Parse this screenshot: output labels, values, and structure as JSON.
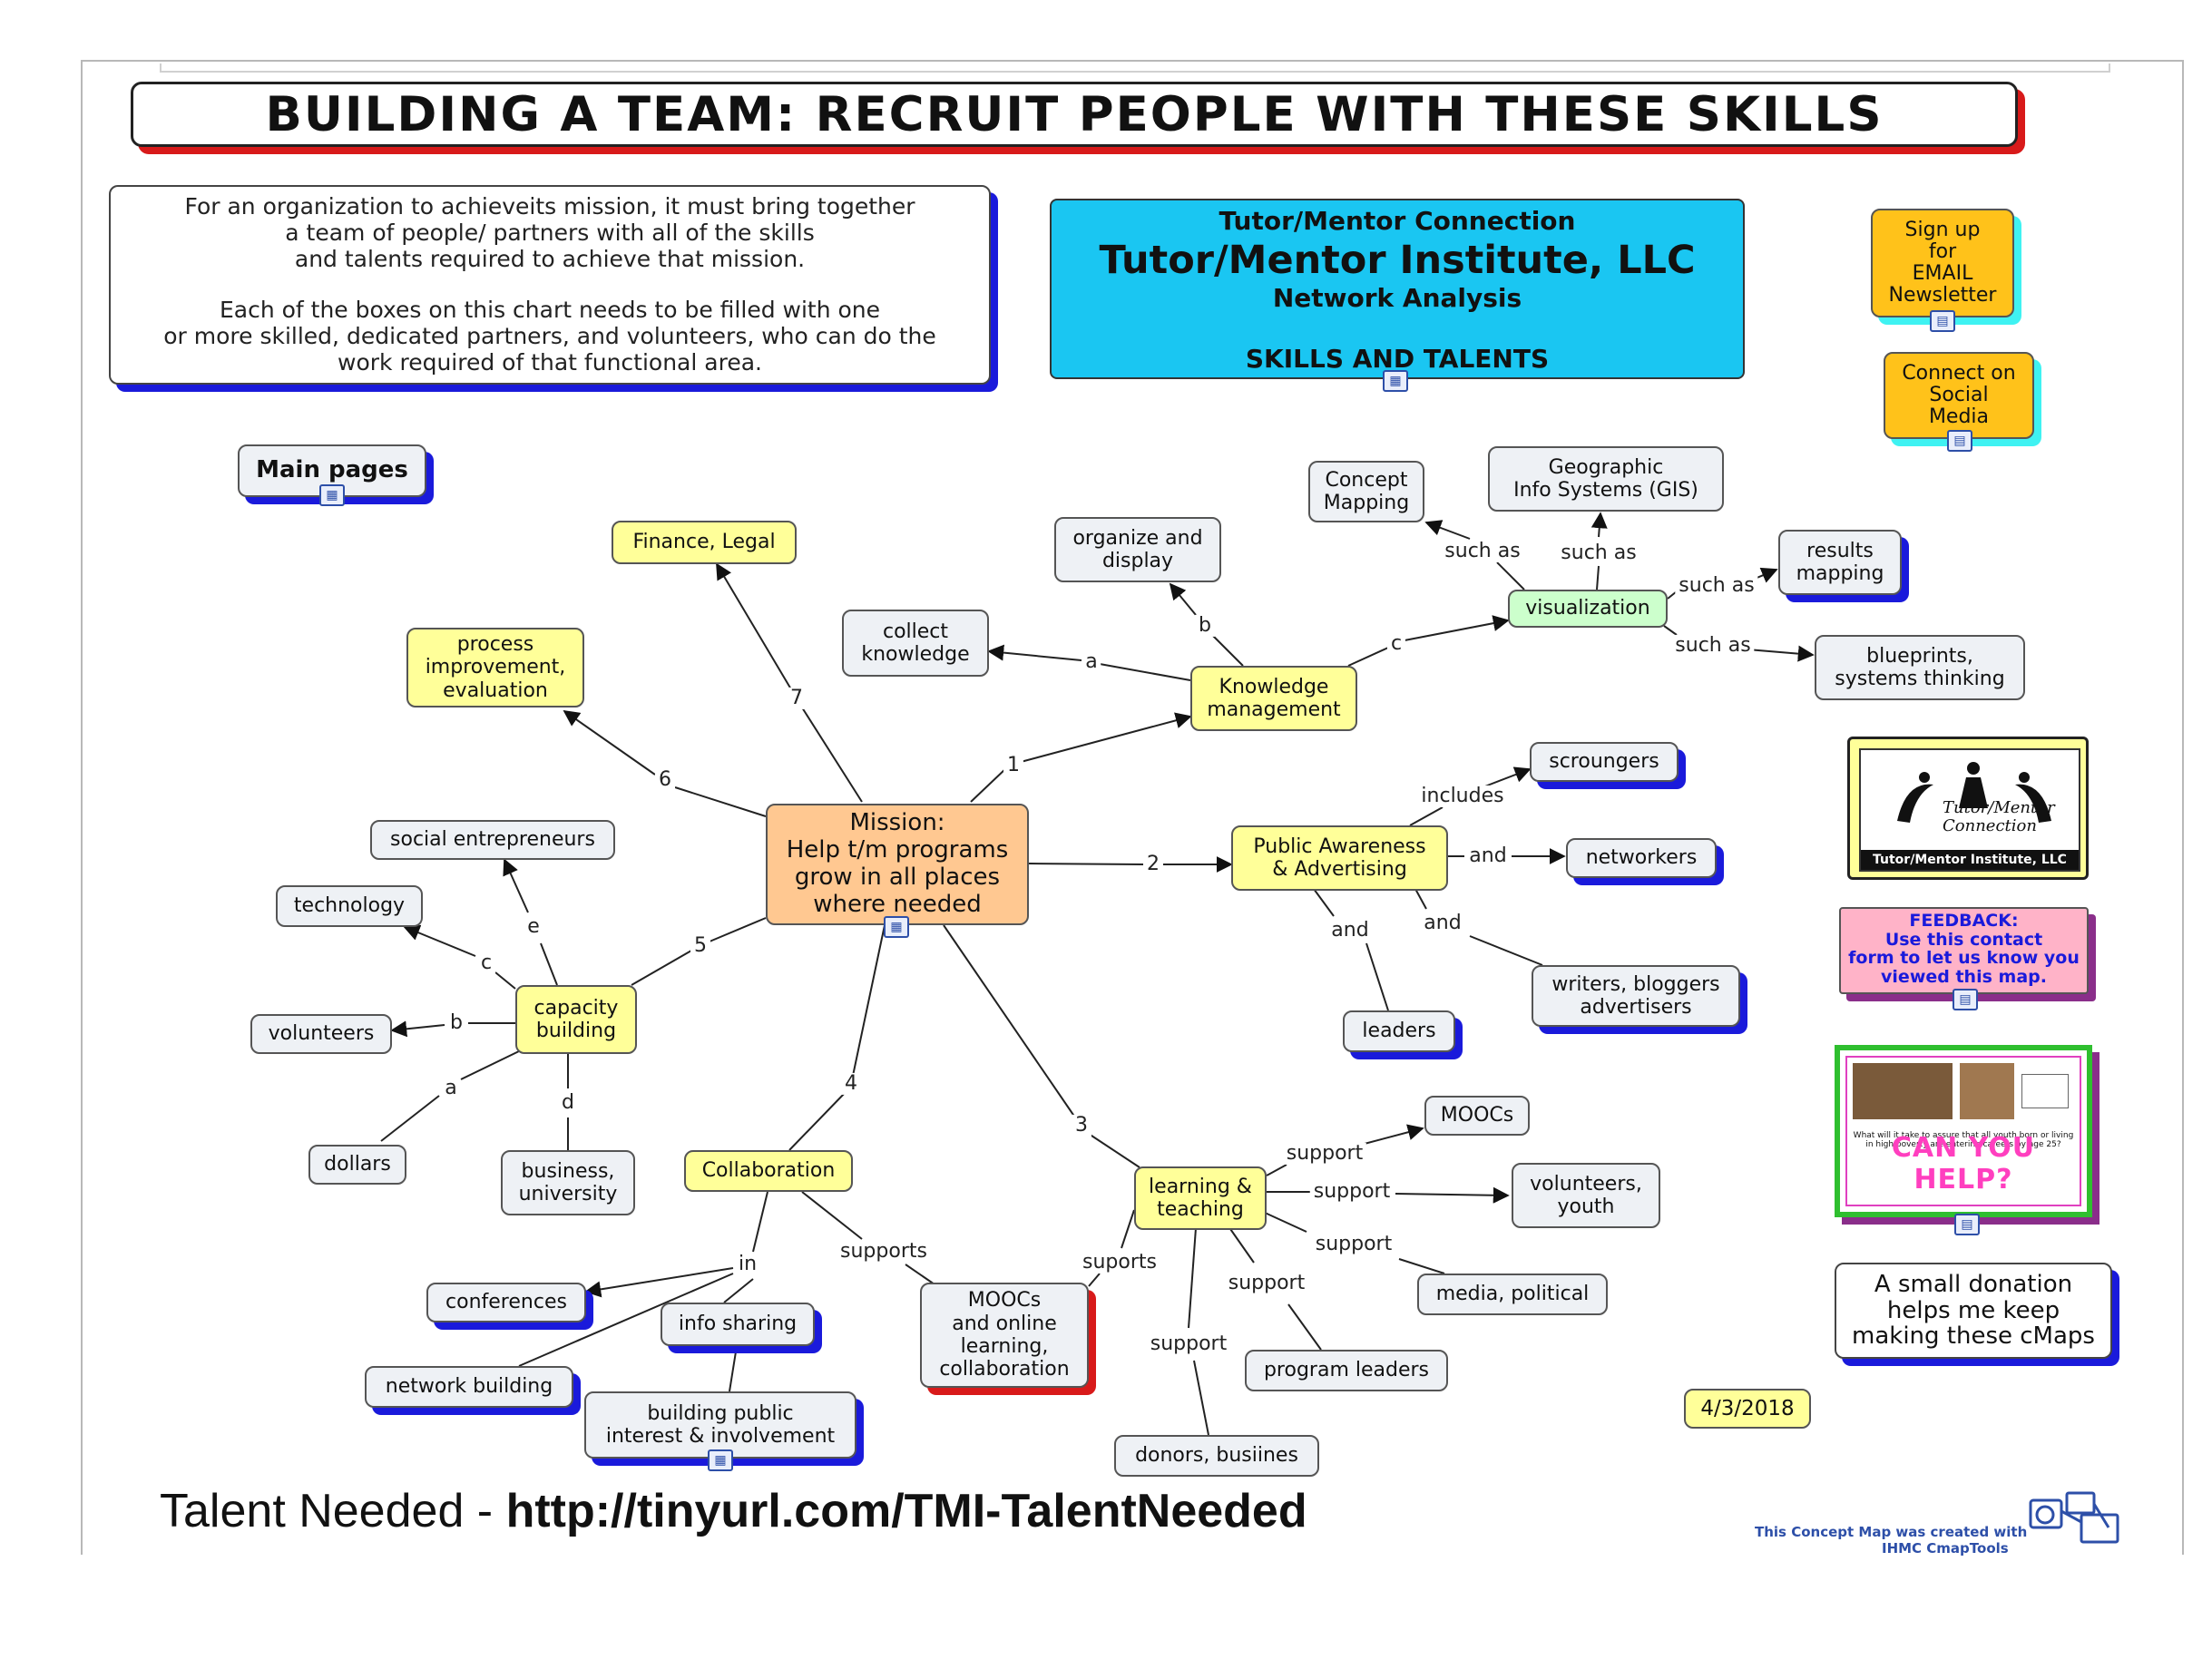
{
  "title": "BUILDING A TEAM: RECRUIT PEOPLE WITH THESE SKILLS",
  "intro": {
    "p1": "For an organization to achieveits mission, it must bring together\na team of people/ partners with all of the skills\nand talents required to achieve that mission.",
    "p2": "Each of the boxes on this chart needs to be filled with one\nor more skilled, dedicated partners, and volunteers, who can do the\nwork required of that functional area."
  },
  "header": {
    "line1": "Tutor/Mentor Connection",
    "line2": "Tutor/Mentor Institute, LLC",
    "line3": "Network Analysis",
    "line4": "SKILLS AND TALENTS"
  },
  "side": {
    "newsletter": "Sign up\nfor\nEMAIL\nNewsletter",
    "social": "Connect on\nSocial\nMedia",
    "logo_mark": "Tutor/Mentor\nConnection",
    "logo_caption": "Tutor/Mentor Institute, LLC",
    "feedback": "FEEDBACK:\nUse this contact\nform to let us know you\nviewed this map.",
    "flyer_text": "What will it take to assure that all youth born or living in high poverty are entering careers by age 25?",
    "flyer_headline": "CAN YOU HELP?",
    "donation": "A small donation\nhelps me keep\nmaking these cMaps",
    "date": "4/3/2018"
  },
  "footer": {
    "prefix": "Talent Needed - ",
    "url": "http://tinyurl.com/TMI-TalentNeeded",
    "credit": "This Concept Map was created with",
    "credit2": "IHMC CmapTools"
  },
  "concepts": {
    "mainpages": "Main pages",
    "mission": "Mission:\nHelp t/m programs\ngrow in all places\nwhere needed",
    "finance": "Finance, Legal",
    "process": "process\nimprovement,\nevaluation",
    "social_ent": "social entrepreneurs",
    "technology": "technology",
    "volunteers": "volunteers",
    "dollars": "dollars",
    "business": "business,\nuniversity",
    "capacity": "capacity\nbuilding",
    "collect": "collect\nknowledge",
    "organize": "organize and\ndisplay",
    "concept_mapping": "Concept\nMapping",
    "gis": "Geographic\nInfo Systems (GIS)",
    "visualization": "visualization",
    "results": "results\nmapping",
    "blueprints": "blueprints,\nsystems thinking",
    "knowledge": "Knowledge\nmanagement",
    "scroungers": "scroungers",
    "public": "Public Awareness\n& Advertising",
    "networkers": "networkers",
    "writers": "writers, bloggers\nadvertisers",
    "leaders": "leaders",
    "collaboration": "Collaboration",
    "conferences": "conferences",
    "info_sharing": "info sharing",
    "network_building": "network building",
    "building_public": "building public\ninterest & involvement",
    "moocs_online": "MOOCs\nand online\nlearning,\ncollaboration",
    "learning": "learning &\nteaching",
    "moocs": "MOOCs",
    "vol_youth": "volunteers,\nyouth",
    "media": "media, political",
    "program_leaders": "program leaders",
    "donors": "donors, busiines"
  },
  "link_labels": {
    "l1": "1",
    "l2": "2",
    "l3": "3",
    "l4": "4",
    "l5": "5",
    "l6": "6",
    "l7": "7",
    "ka": "a",
    "kb": "b",
    "kc": "c",
    "sa1": "such as",
    "sa2": "such as",
    "sa3": "such as",
    "sa4": "such as",
    "includes": "includes",
    "and1": "and",
    "and2": "and",
    "and3": "and",
    "ca": "a",
    "cb": "b",
    "cc": "c",
    "cd": "d",
    "ce": "e",
    "in": "in",
    "supports": "supports",
    "suports": "suports",
    "sup1": "support",
    "sup2": "support",
    "sup3": "support",
    "sup4": "support",
    "sup5": "support"
  }
}
